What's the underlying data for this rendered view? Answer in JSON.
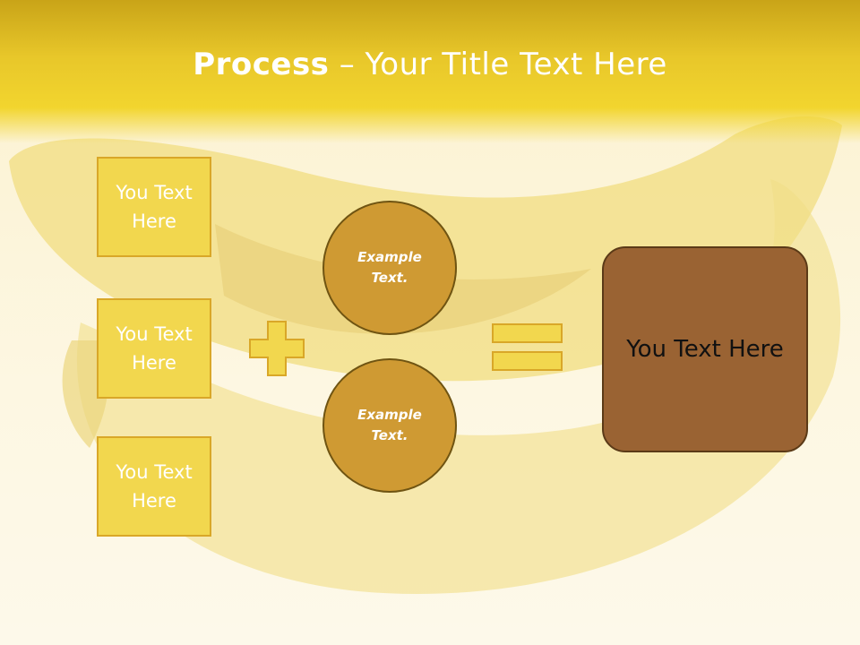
{
  "slide": {
    "title_bold": "Process",
    "title_rest": " – Your Title Text Here"
  },
  "inputs": [
    {
      "label": "You Text Here"
    },
    {
      "label": "You Text Here"
    },
    {
      "label": "You Text Here"
    }
  ],
  "examples": [
    {
      "label": "Example Text."
    },
    {
      "label": "Example Text."
    }
  ],
  "result": {
    "label": "You Text Here"
  },
  "colors": {
    "header": "#e8c72a",
    "box_fill": "#f2d74e",
    "box_border": "#d9a728",
    "circle_fill": "#cf9a33",
    "result_fill": "#9a6333"
  }
}
